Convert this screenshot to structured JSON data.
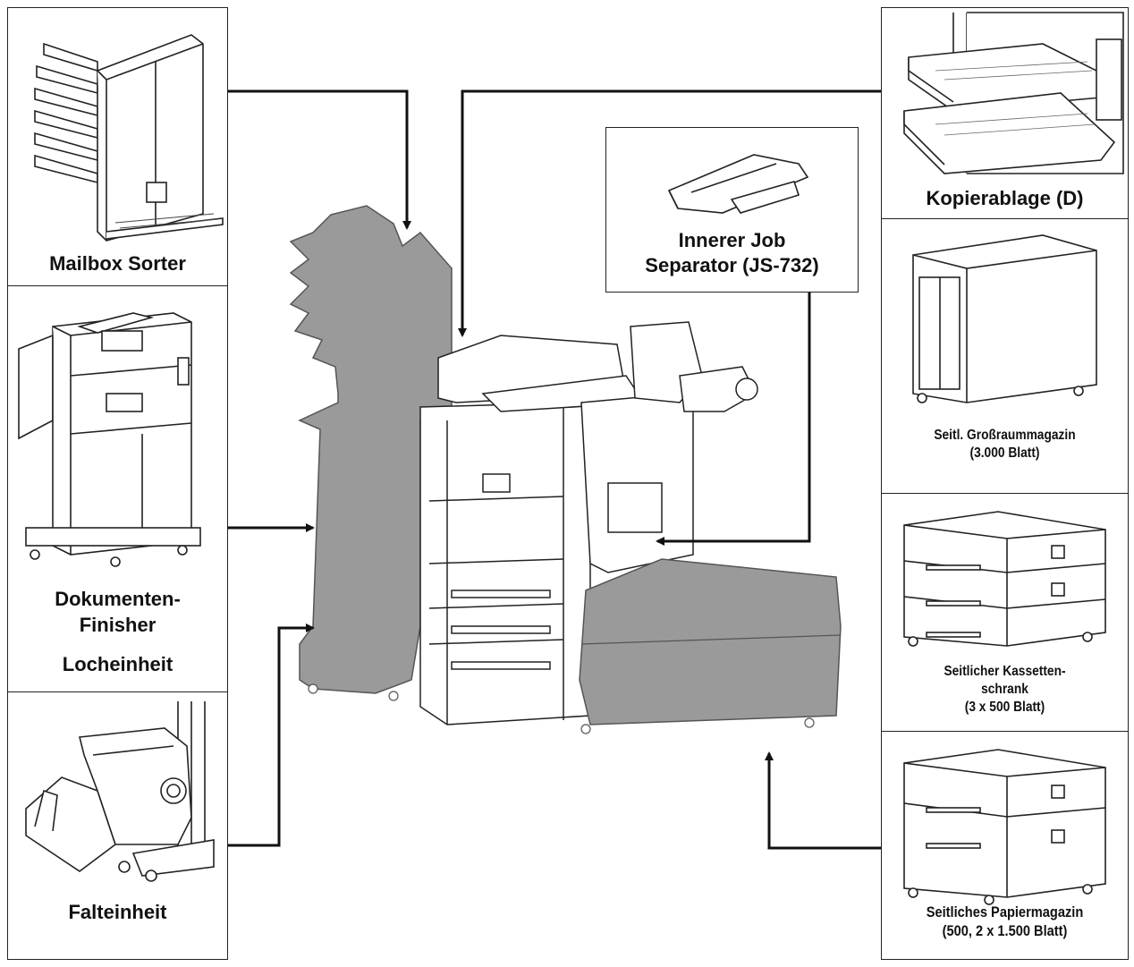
{
  "diagram": {
    "mailbox": {
      "label": "Mailbox Sorter",
      "icon": "mailbox-sorter-icon"
    },
    "finisher": {
      "label_line1": "Dokumenten-",
      "label_line2": "Finisher",
      "label_line3": "Locheinheit",
      "icon": "document-finisher-icon"
    },
    "folding": {
      "label": "Falteinheit",
      "icon": "folding-unit-icon"
    },
    "copy_tray": {
      "label": "Kopierablage (D)",
      "icon": "copy-tray-icon"
    },
    "job_separator": {
      "label_line1": "Innerer Job",
      "label_line2": "Separator (JS-732)",
      "icon": "job-separator-icon"
    },
    "large_capacity": {
      "label_line1": "Seitl. Großraummagazin",
      "label_line2": "(3.000 Blatt)",
      "icon": "side-large-capacity-feeder-icon"
    },
    "cassette_cabinet": {
      "label_line1": "Seitlicher Kassetten-",
      "label_line2": "schrank",
      "label_line3": "(3 x 500 Blatt)",
      "icon": "side-cassette-cabinet-icon"
    },
    "paper_feeder": {
      "label_line1": "Seitliches Papiermagazin",
      "label_line2": "(500, 2 x 1.500 Blatt)",
      "icon": "side-paper-feeder-icon"
    },
    "colors": {
      "line": "#111111",
      "silhouette": "#9a9a9a",
      "silhouette_edge": "#555555"
    }
  }
}
